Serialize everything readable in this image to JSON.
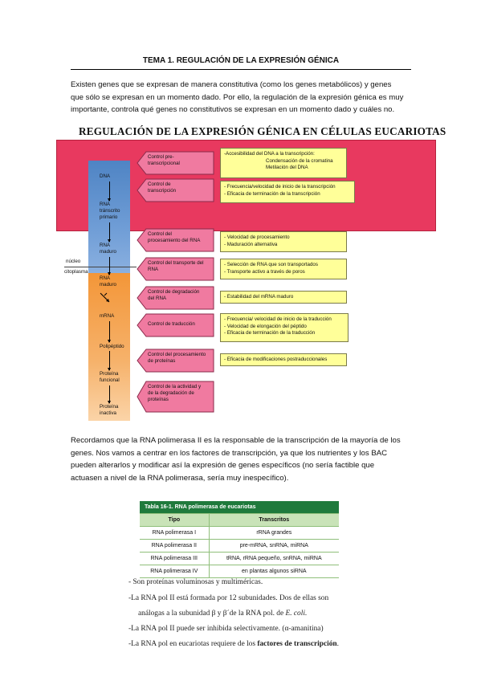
{
  "header": {
    "title": "TEMA 1. REGULACIÓN DE LA EXPRESIÓN GÉNICA"
  },
  "intro": {
    "lines": [
      "Existen genes que se expresan de manera constitutiva (como los genes metabólicos) y genes",
      "que sólo se expresan en un momento dado. Por ello, la regulación de la expresión génica es muy",
      "importante, controla qué genes no constitutivos se expresan en un momento dado y cuáles no."
    ]
  },
  "figure": {
    "title": "REGULACIÓN DE LA EXPRESIÓN GÉNICA EN CÉLULAS EUCARIOTAS",
    "side_labels": {
      "nucleus": "núcleo",
      "cytoplasm": "citoplasma"
    },
    "colors": {
      "nucleus_band": "#e8395f",
      "column_top": "#4f84c4",
      "column_bottom": "#f4a04a",
      "arrow_fill": "#f07aa0",
      "box_fill": "#ffff99"
    },
    "column_items": [
      {
        "text": "DNA"
      },
      {
        "text": "RNA\ntránscrito\nprimario"
      },
      {
        "text": "RNA\nmaduro"
      },
      {
        "text": "RNA\nmaduro"
      },
      {
        "text": "mRNA"
      },
      {
        "text": "Polipéptido"
      },
      {
        "text": "Proteína\nfuncional"
      },
      {
        "text": "Proteína\ninactiva"
      }
    ],
    "controls": [
      {
        "label": "Control pre-\ntranscripcional"
      },
      {
        "label": "Control de\ntranscripción"
      },
      {
        "label": "Control del\nprocesamiento del RNA"
      },
      {
        "label": "Control del transporte del\nRNA"
      },
      {
        "label": "Control de degradación\ndel RNA"
      },
      {
        "label": "Control de traducción"
      },
      {
        "label": "Control del procesamiento\nde proteínas"
      },
      {
        "label": "Control de la actividad y\nde la degradación de\nproteínas"
      }
    ],
    "details": [
      {
        "lines": [
          "-Accesibilidad del DNA a la transcripción:",
          "Condensación de la cromatina",
          "Metilación del DNA"
        ]
      },
      {
        "lines": [
          "- Frecuencia/velocidad de inicio de la transcripción",
          "- Eficacia de terminación de la transcripción"
        ]
      },
      {
        "lines": [
          "- Velocidad de procesamiento",
          "- Maduración alternativa"
        ]
      },
      {
        "lines": [
          "- Selección de RNA que son transportados",
          "- Transporte activo a través de poros"
        ]
      },
      {
        "lines": [
          "- Estabilidad del mRNA maduro"
        ]
      },
      {
        "lines": [
          "- Frecuencia/ velocidad de inicio de la traducción",
          "- Velocidad de elongación del péptido",
          "- Eficacia de terminación de la traducción"
        ]
      },
      {
        "lines": [
          "- Eficacia de modificaciones postraduccionales"
        ]
      }
    ]
  },
  "body2": {
    "lines": [
      "Recordamos que la RNA polimerasa II es la responsable de la transcripción de la mayoría de los",
      "genes. Nos vamos a centrar en los factores de transcripción, ya que los nutrientes y los BAC",
      "pueden alterarlos y modificar así la expresión de genes específicos (no sería factible que",
      "actuasen a nivel de la RNA polimerasa, sería muy inespecífico)."
    ]
  },
  "table": {
    "caption": "Tabla 16-1. RNA polimerasa de eucariotas",
    "headers": [
      "Tipo",
      "Transcritos"
    ],
    "rows": [
      [
        "RNA polimerasa I",
        "rRNA grandes"
      ],
      [
        "RNA polimerasa II",
        "pre-mRNA, snRNA, miRNA"
      ],
      [
        "RNA polimerasa III",
        "tRNA, rRNA pequeño, snRNA, miRNA"
      ],
      [
        "RNA polimerasa IV",
        "en plantas algunos siRNA"
      ]
    ]
  },
  "notes": {
    "l1": "- Son proteínas voluminosas y multiméricas.",
    "l2": "-La RNA pol II está formada por 12 subunidades. Dos de ellas son",
    "l3a": "análogas a la subunidad β y β´de la RNA pol. de ",
    "l3b": "E. coli.",
    "l4": "-La RNA pol II puede ser inhibida selectivamente. (α-amanitina)",
    "l5a": "-La RNA pol en eucariotas requiere de los ",
    "l5b": "factores de transcripción",
    "l5c": "."
  }
}
